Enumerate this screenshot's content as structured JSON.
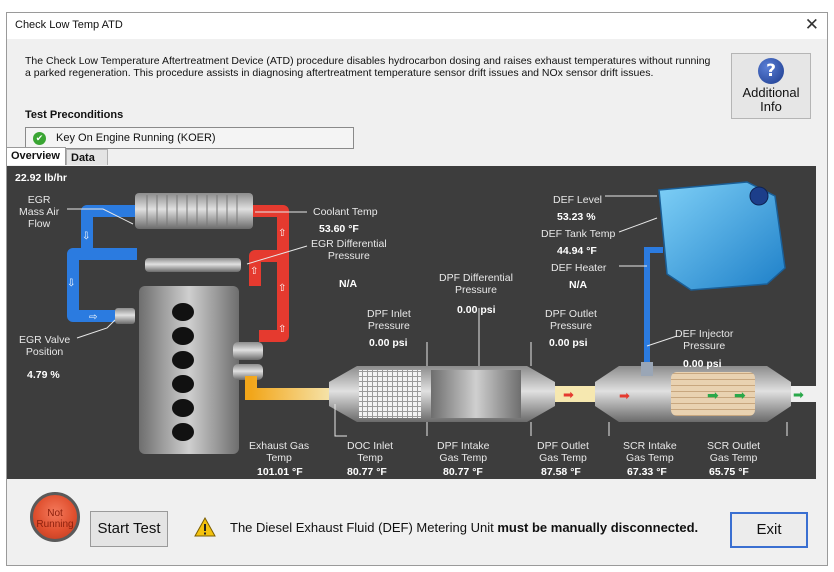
{
  "window": {
    "title": "Check Low Temp ATD",
    "close_glyph": "✕"
  },
  "description": "The Check Low Temperature Aftertreatment Device (ATD) procedure disables hydrocarbon dosing and raises exhaust temperatures without running a parked regeneration. This procedure assists in diagnosing aftertreatment temperature sensor drift issues and NOx sensor drift issues.",
  "additional_info": {
    "line1": "Additional",
    "line2": "Info",
    "icon": "question-icon"
  },
  "preconditions": {
    "heading": "Test Preconditions",
    "items": [
      {
        "label": "Key On Engine Running (KOER)",
        "icon": "check-icon",
        "status_color": "#3aa533"
      }
    ]
  },
  "tabs": [
    {
      "label": "Overview",
      "selected": true
    },
    {
      "label": "Data",
      "selected": false
    }
  ],
  "diagram": {
    "egr_flow": {
      "value": "22.92 lb/hr",
      "label_lines": [
        "EGR",
        "Mass Air",
        "Flow"
      ]
    },
    "coolant_temp": {
      "label": "Coolant Temp",
      "value": "53.60 °F"
    },
    "egr_diff_pressure": {
      "label_lines": [
        "EGR Differential",
        "Pressure"
      ],
      "value": "N/A"
    },
    "egr_valve": {
      "label_lines": [
        "EGR Valve",
        "Position"
      ],
      "value": "4.79 %"
    },
    "dpf_diff_pressure": {
      "label_lines": [
        "DPF Differential",
        "Pressure"
      ],
      "value": "0.00 psi"
    },
    "dpf_inlet_pressure": {
      "label_lines": [
        "DPF Inlet",
        "Pressure"
      ],
      "value": "0.00 psi"
    },
    "dpf_outlet_pressure": {
      "label_lines": [
        "DPF Outlet",
        "Pressure"
      ],
      "value": "0.00 psi"
    },
    "def_level": {
      "label": "DEF Level",
      "value": "53.23 %"
    },
    "def_tank_temp": {
      "label": "DEF Tank Temp",
      "value": "44.94 °F"
    },
    "def_heater": {
      "label": "DEF Heater",
      "value": "N/A"
    },
    "def_injector_pressure": {
      "label_lines": [
        "DEF Injector",
        "Pressure"
      ],
      "value": "0.00 psi"
    },
    "exhaust_gas_temp": {
      "label_lines": [
        "Exhaust Gas",
        "Temp"
      ],
      "value": "101.01 °F"
    },
    "doc_inlet_temp": {
      "label_lines": [
        "DOC Inlet",
        "Temp"
      ],
      "value": "80.77 °F"
    },
    "dpf_intake_temp": {
      "label_lines": [
        "DPF Intake",
        "Gas Temp"
      ],
      "value": "80.77 °F"
    },
    "dpf_outlet_temp": {
      "label_lines": [
        "DPF Outlet",
        "Gas Temp"
      ],
      "value": "87.58 °F"
    },
    "scr_intake_temp": {
      "label_lines": [
        "SCR Intake",
        "Gas Temp"
      ],
      "value": "67.33 °F"
    },
    "scr_outlet_temp": {
      "label_lines": [
        "SCR Outlet",
        "Gas Temp"
      ],
      "value": "65.75 °F"
    },
    "colors": {
      "background": "#3d3d3d",
      "hot_pipe": "#e53a2f",
      "cool_pipe": "#2b7be0",
      "exhaust": "#f2c21a",
      "def_tank": "#3aa3e8"
    }
  },
  "footer": {
    "status": {
      "line1": "Not",
      "line2": "Running",
      "color": "#e0502f"
    },
    "start_button": "Start Test",
    "warning": {
      "prefix": "The Diesel Exhaust Fluid (DEF) Metering Unit ",
      "bold": "must be manually disconnected.",
      "icon": "warning-icon"
    },
    "exit_button": "Exit"
  }
}
